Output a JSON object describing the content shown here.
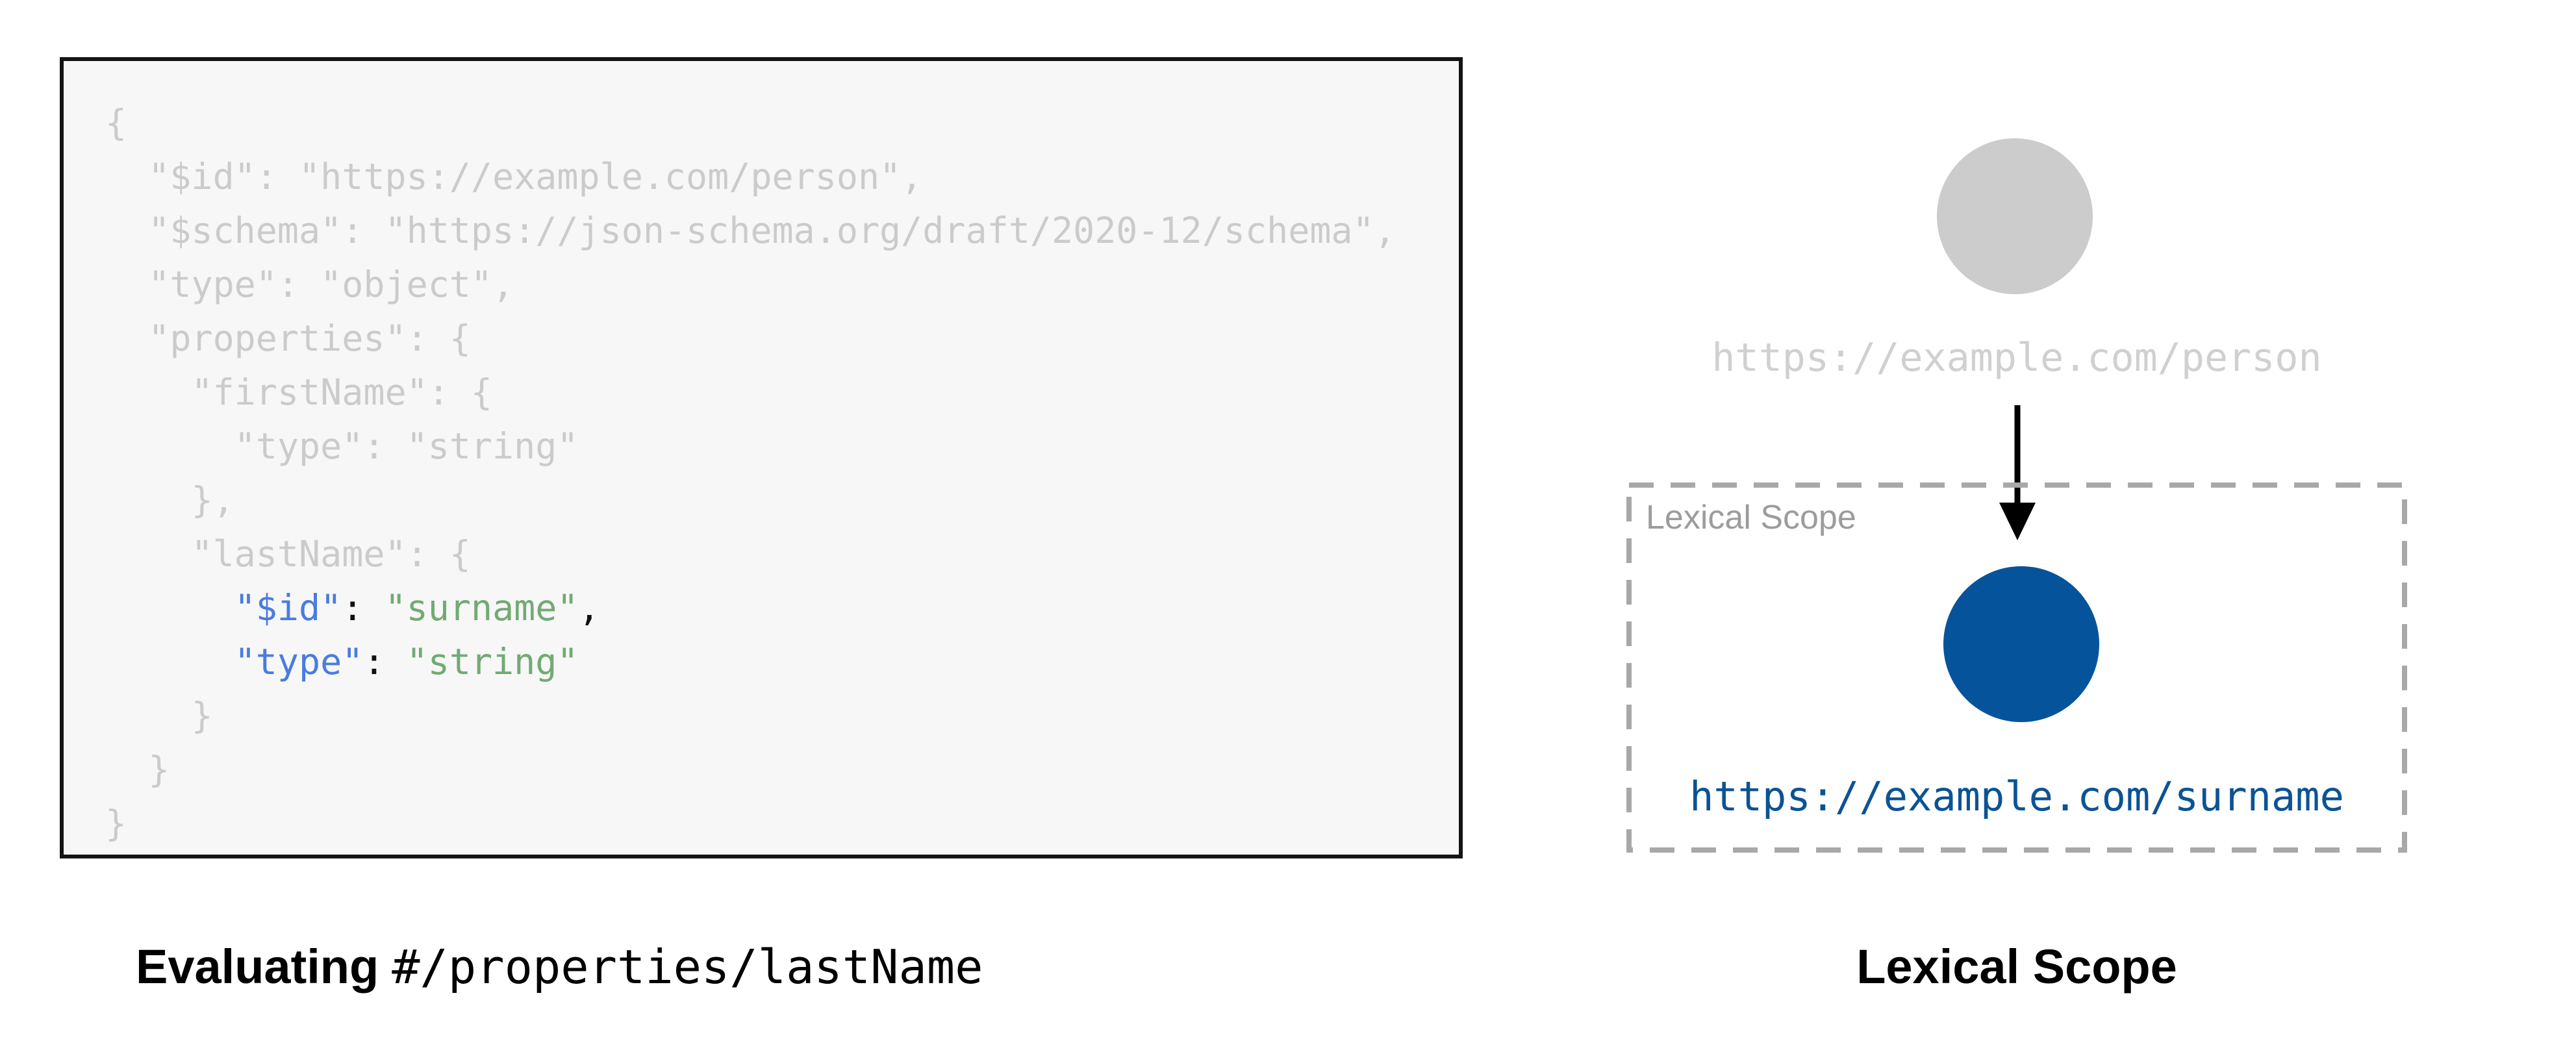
{
  "colors": {
    "code-bg": "#f7f7f7",
    "code-border": "#141414",
    "code-gray": "#cbcbcb",
    "keyword-blue": "#4a7ce0",
    "string-green": "#72aa74",
    "punct-black": "#111111",
    "node-gray": "#cccccc",
    "muted-url-gray": "#d0d0d0",
    "node-blue": "#05549b",
    "url-blue": "#0b5394",
    "dash-gray": "#a8a8a8",
    "scope-label-gray": "#9c9c9c",
    "arrow-black": "#000000",
    "caption-black": "#000000"
  },
  "left_panel": {
    "caption": {
      "bold": "Evaluating",
      "pointer": "#/properties/lastName"
    },
    "code_lines": [
      {
        "segments": [
          {
            "text": "{",
            "color": "gray"
          }
        ]
      },
      {
        "segments": [
          {
            "text": "  \"$id\": \"https://example.com/person\",",
            "color": "gray"
          }
        ]
      },
      {
        "segments": [
          {
            "text": "  \"$schema\": \"https://json-schema.org/draft/2020-12/schema\",",
            "color": "gray"
          }
        ]
      },
      {
        "segments": [
          {
            "text": "  \"type\": \"object\",",
            "color": "gray"
          }
        ]
      },
      {
        "segments": [
          {
            "text": "  \"properties\": {",
            "color": "gray"
          }
        ]
      },
      {
        "segments": [
          {
            "text": "    \"firstName\": {",
            "color": "gray"
          }
        ]
      },
      {
        "segments": [
          {
            "text": "      \"type\": \"string\"",
            "color": "gray"
          }
        ]
      },
      {
        "segments": [
          {
            "text": "    },",
            "color": "gray"
          }
        ]
      },
      {
        "segments": [
          {
            "text": "    \"lastName\": {",
            "color": "gray"
          }
        ]
      },
      {
        "segments": [
          {
            "text": "      ",
            "color": "gray"
          },
          {
            "text": "\"$id\"",
            "color": "blue"
          },
          {
            "text": ": ",
            "color": "black"
          },
          {
            "text": "\"surname\"",
            "color": "green"
          },
          {
            "text": ",",
            "color": "black"
          }
        ]
      },
      {
        "segments": [
          {
            "text": "      ",
            "color": "gray"
          },
          {
            "text": "\"type\"",
            "color": "blue"
          },
          {
            "text": ": ",
            "color": "black"
          },
          {
            "text": "\"string\"",
            "color": "green"
          }
        ]
      },
      {
        "segments": [
          {
            "text": "    }",
            "color": "gray"
          }
        ]
      },
      {
        "segments": [
          {
            "text": "  }",
            "color": "gray"
          }
        ]
      },
      {
        "segments": [
          {
            "text": "}",
            "color": "gray"
          }
        ]
      }
    ]
  },
  "right_panel": {
    "parent_uri": "https://example.com/person",
    "scope_box_label": "Lexical Scope",
    "child_uri": "https://example.com/surname",
    "caption": "Lexical Scope"
  }
}
